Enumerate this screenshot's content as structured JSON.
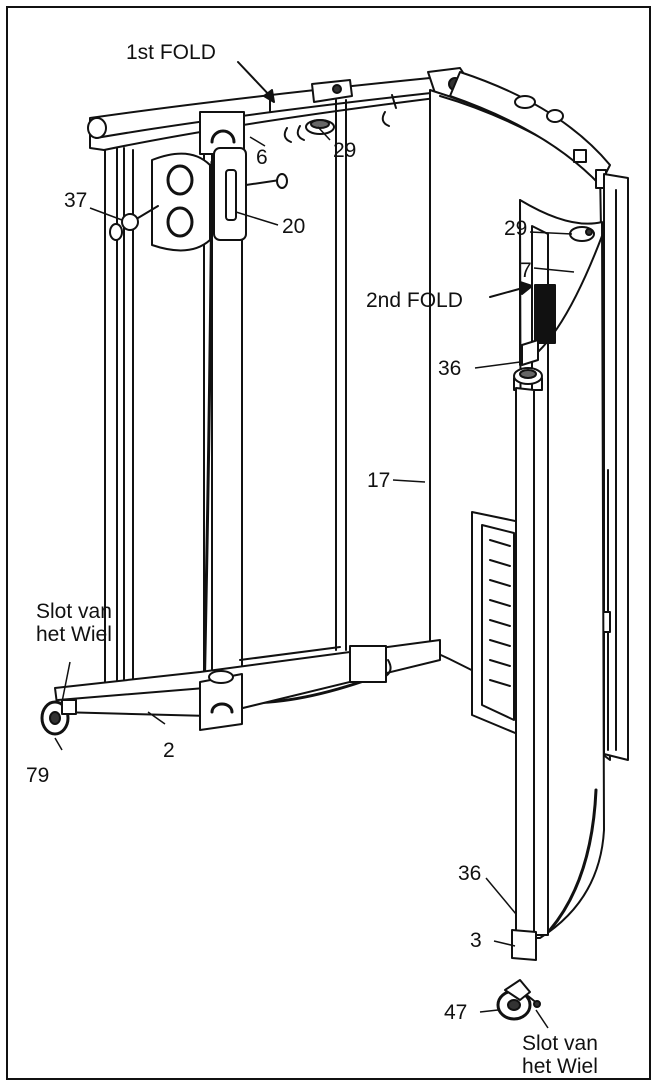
{
  "callouts": {
    "fold1": "1st FOLD",
    "fold2": "2nd FOLD",
    "p6": "6",
    "p29a": "29",
    "p29b": "29",
    "p37": "37",
    "p20": "20",
    "p7": "7",
    "p36a": "36",
    "p36b": "36",
    "p17": "17",
    "p2": "2",
    "p79": "79",
    "p3": "3",
    "p47": "47",
    "wheel_lock_left_1": "Slot van",
    "wheel_lock_left_2": "het Wiel",
    "wheel_lock_right_1": "Slot van",
    "wheel_lock_right_2": "het Wiel"
  }
}
